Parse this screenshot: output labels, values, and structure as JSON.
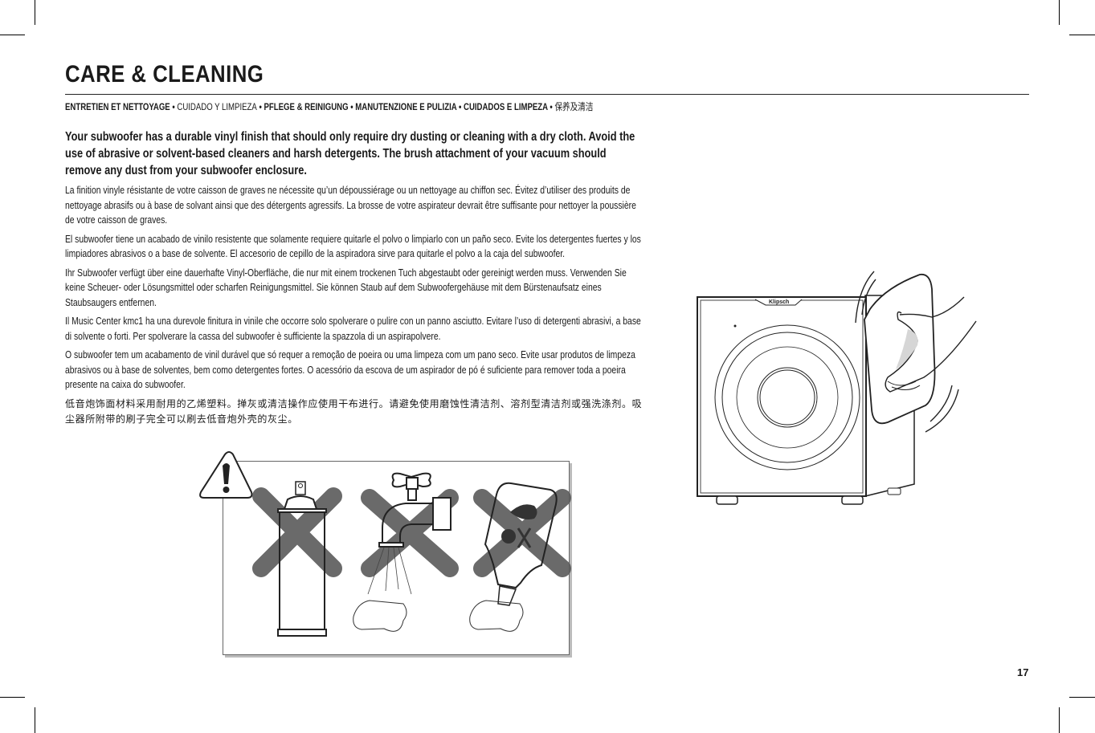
{
  "page": {
    "title": "CARE & CLEANING",
    "subtitle": [
      {
        "text": "ENTRETIEN ET NETTOYAGE",
        "weight": "bold"
      },
      {
        "text": " • ",
        "weight": "bold"
      },
      {
        "text": "CUIDADO Y LIMPIEZA",
        "weight": "normal"
      },
      {
        "text": " • ",
        "weight": "bold"
      },
      {
        "text": "PFLEGE & REINIGUNG",
        "weight": "bold"
      },
      {
        "text": " • ",
        "weight": "bold"
      },
      {
        "text": "MANUTENZIONE E PULIZIA",
        "weight": "bold"
      },
      {
        "text": " • ",
        "weight": "bold"
      },
      {
        "text": "CUIDADOS E LIMPEZA",
        "weight": "bold"
      },
      {
        "text": " • ",
        "weight": "bold"
      },
      {
        "text": "保养及清洁",
        "weight": "normal"
      }
    ],
    "lead_en": "Your subwoofer has a durable vinyl finish that should only require dry dusting or cleaning with a dry cloth. Avoid the use of abrasive or solvent-based cleaners and harsh detergents. The brush attachment of your vacuum should remove any dust from your subwoofer enclosure.",
    "paragraphs": {
      "fr": "La finition vinyle résistante de votre caisson de graves ne nécessite qu’un dépoussiérage ou un nettoyage au chiffon sec. Évitez d’utiliser des produits de nettoyage abrasifs ou à base de solvant ainsi que des détergents agressifs. La brosse de votre aspirateur devrait être suffisante pour nettoyer la poussière de votre caisson de graves.",
      "es": "El subwoofer tiene un acabado de vinilo resistente que solamente requiere quitarle el polvo o limpiarlo con un paño seco. Evite los detergentes fuertes y los limpiadores abrasivos o a base de solvente. El accesorio de cepillo de la aspiradora sirve para quitarle el polvo a la caja del subwoofer.",
      "de": "Ihr Subwoofer verfügt über eine dauerhafte Vinyl-Oberfläche, die nur mit einem trockenen Tuch abgestaubt oder gereinigt werden muss. Verwenden Sie keine Scheuer- oder Lösungsmittel oder scharfen Reinigungsmittel. Sie können Staub auf dem Subwoofergehäuse mit dem Bürstenaufsatz eines Staubsaugers entfernen.",
      "it": "Il Music Center kmc1 ha una durevole finitura in vinile che occorre solo spolverare o pulire con un panno asciutto. Evitare l’uso di detergenti abrasivi, a base di solvente o forti. Per spolverare la cassa del subwoofer è sufficiente la spazzola di un aspirapolvere.",
      "pt": "O subwoofer tem um acabamento de vinil durável que só requer a remoção de poeira ou uma limpeza com um pano seco. Evite usar produtos de limpeza abrasivos ou à base de solventes, bem como detergentes fortes. O acessório da escova de um aspirador de pó é suficiente para remover toda a poeira presente na caixa do subwoofer.",
      "zh": "低音炮饰面材料采用耐用的乙烯塑料。掸灰或清洁操作应使用干布进行。请避免使用磨蚀性清洁剂、溶剂型清洁剂或强洗涤剂。吸尘器所附带的刷子完全可以刷去低音炮外壳的灰尘。"
    },
    "illustrations": {
      "warning": {
        "icon": "warning-triangle-icon",
        "items": [
          "spray-can-crossed-icon",
          "water-faucet-crossed-icon",
          "chemical-bottle-crossed-icon"
        ]
      },
      "subwoofer": {
        "brand_label": "Klipsch",
        "icon": "hand-wiping-subwoofer-icon"
      }
    },
    "page_number": "17",
    "colors": {
      "text": "#1a1a1a",
      "cross": "#5a5a5a",
      "box_border": "#666666"
    }
  }
}
